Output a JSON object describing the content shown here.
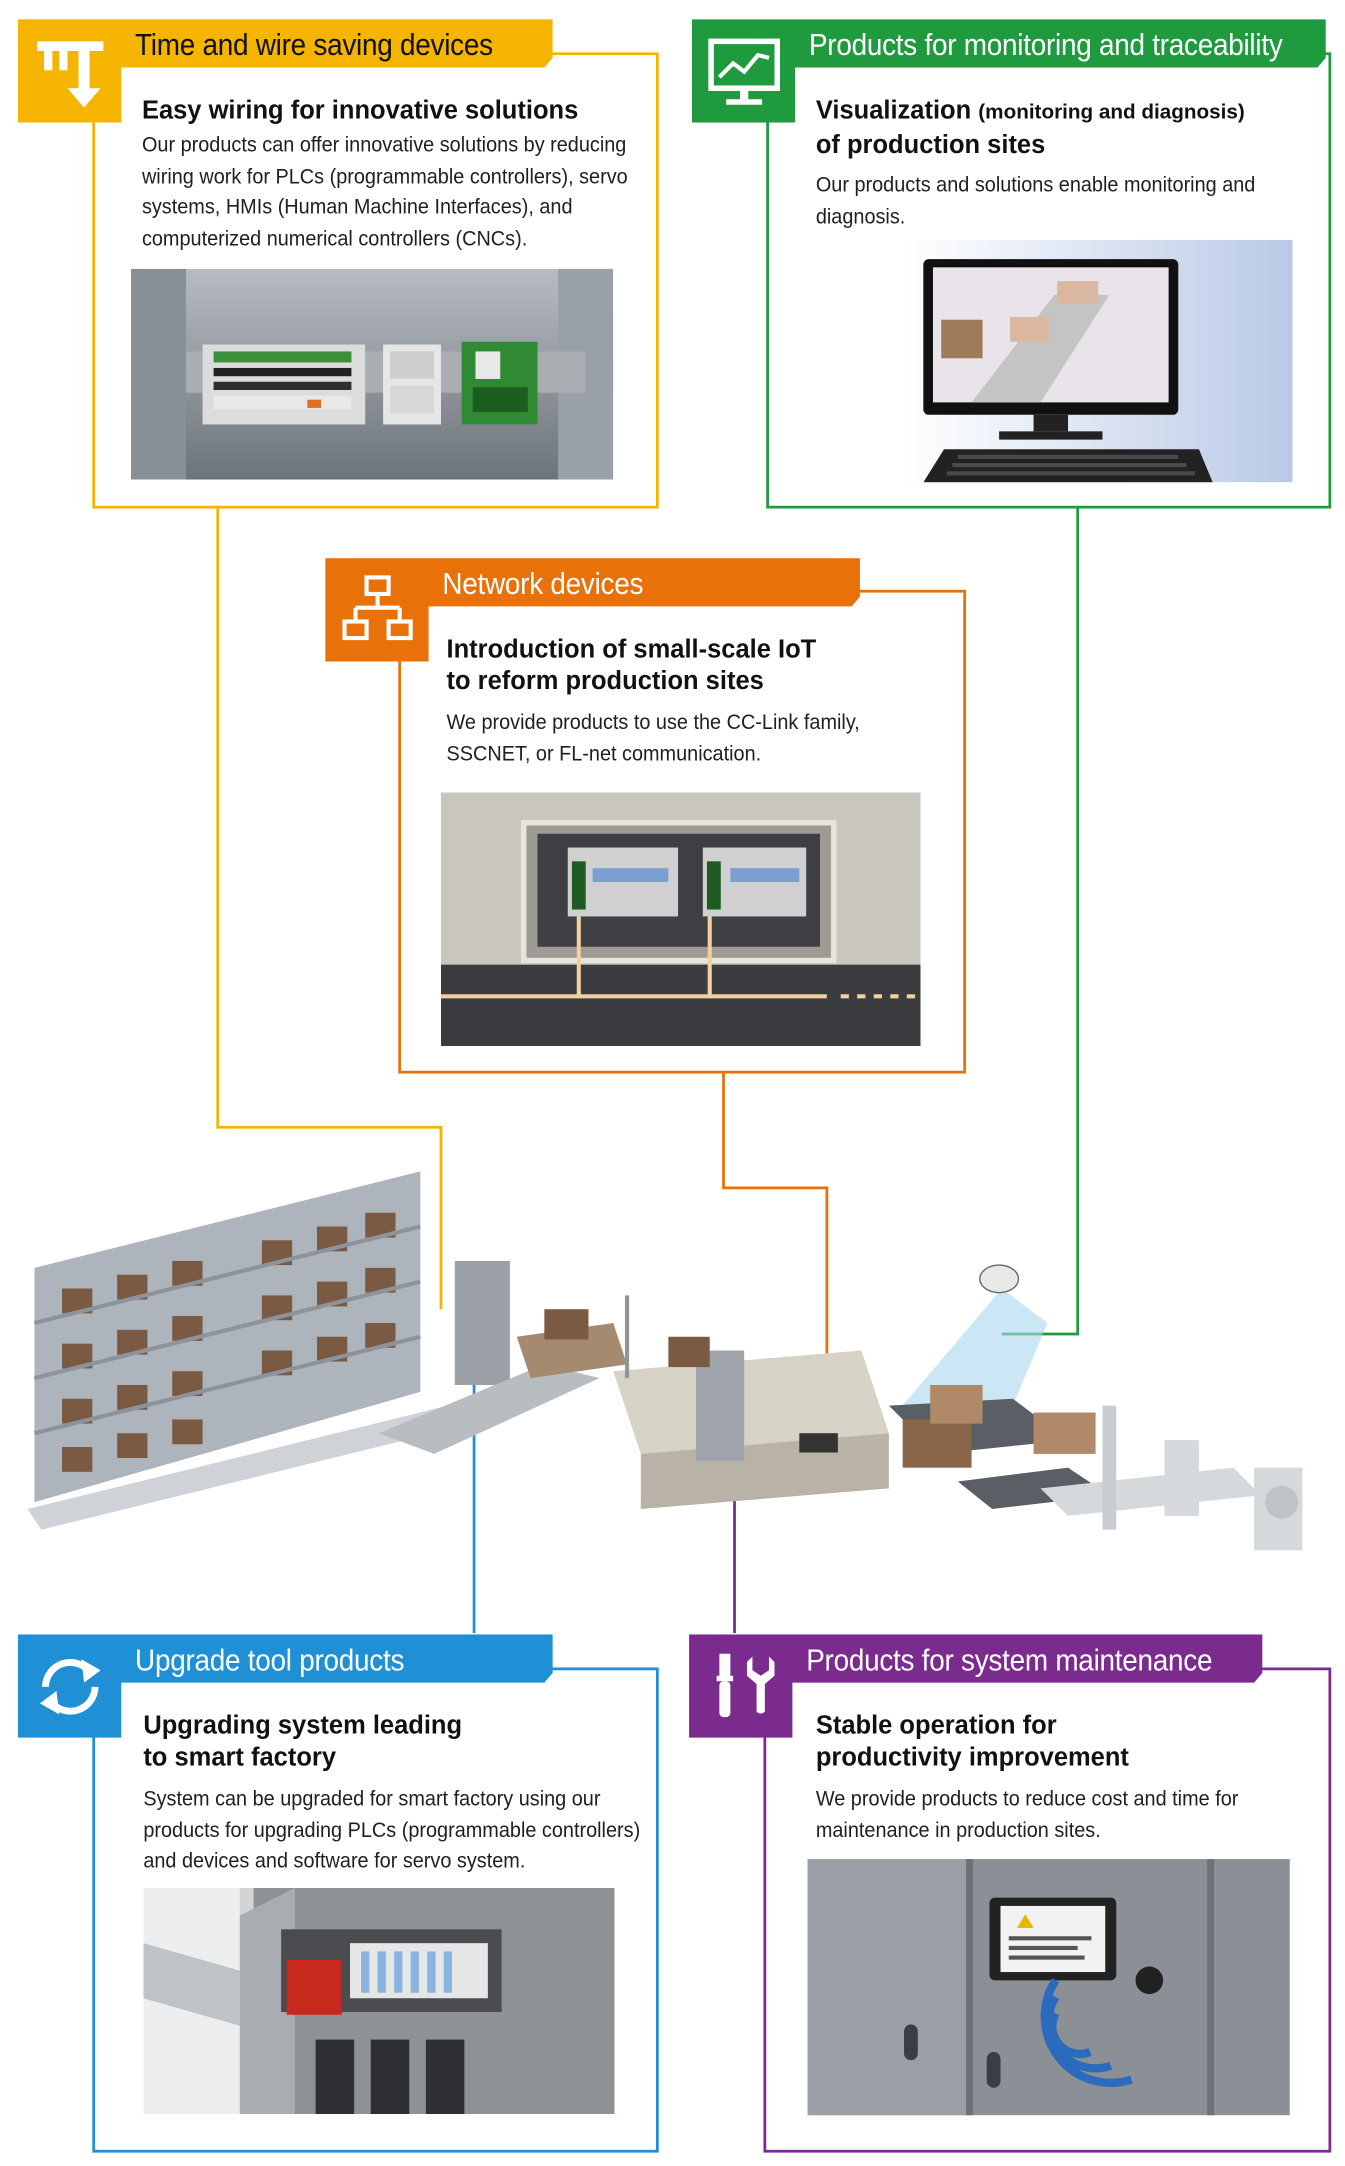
{
  "colors": {
    "yellow": "#f4b400",
    "green": "#1f9a3e",
    "orange": "#e8710a",
    "blue": "#1f8fd6",
    "purple": "#7b2a8e"
  },
  "sections": {
    "time_wire": {
      "title": "Time and wire saving devices",
      "heading": "Easy wiring for innovative solutions",
      "description": "Our products can offer innovative solutions by reducing wiring work for PLCs (programmable controllers), servo systems, HMIs (Human Machine Interfaces), and computerized numerical controllers (CNCs).",
      "icon": "wire-saving-icon"
    },
    "monitoring": {
      "title": "Products for monitoring and traceability",
      "heading_a": "Visualization",
      "heading_small": "(monitoring and diagnosis)",
      "heading_b": "of production sites",
      "description": "Our products and solutions enable monitoring and diagnosis.",
      "icon": "monitor-chart-icon"
    },
    "network": {
      "title": "Network devices",
      "heading_line1": "Introduction of small-scale IoT",
      "heading_line2": "to reform production sites",
      "description": "We provide products to use the CC-Link family, SSCNET, or FL-net communication.",
      "icon": "network-hierarchy-icon"
    },
    "upgrade": {
      "title": "Upgrade tool products",
      "heading_line1": "Upgrading system leading",
      "heading_line2": "to smart factory",
      "description": "System can be upgraded for smart factory using our products for upgrading PLCs (programmable controllers) and devices and software for servo system.",
      "icon": "refresh-cycle-icon"
    },
    "maintenance": {
      "title": "Products for system maintenance",
      "heading_line1": "Stable operation for",
      "heading_line2": "productivity improvement",
      "description": "We provide products to reduce cost and time for maintenance in production sites.",
      "icon": "tools-icon"
    }
  }
}
